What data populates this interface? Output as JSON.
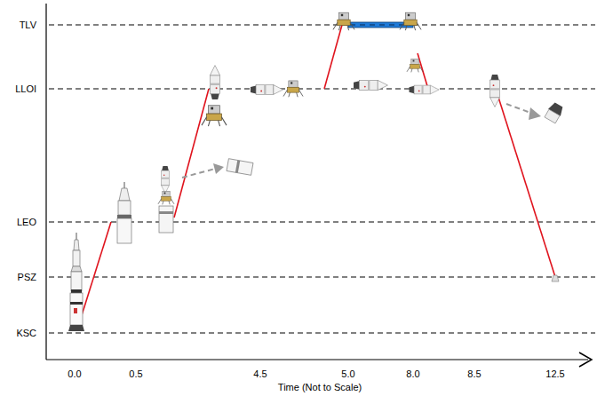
{
  "diagram": {
    "labels": [
      "TLV",
      "LLOI",
      "LEO",
      "PSZ",
      "KSC",
      "0.0",
      "0.5",
      "4.5",
      "5.0",
      "8.0",
      "8.5",
      "12.5",
      "Time (Not to Scale)"
    ]
  }
}
